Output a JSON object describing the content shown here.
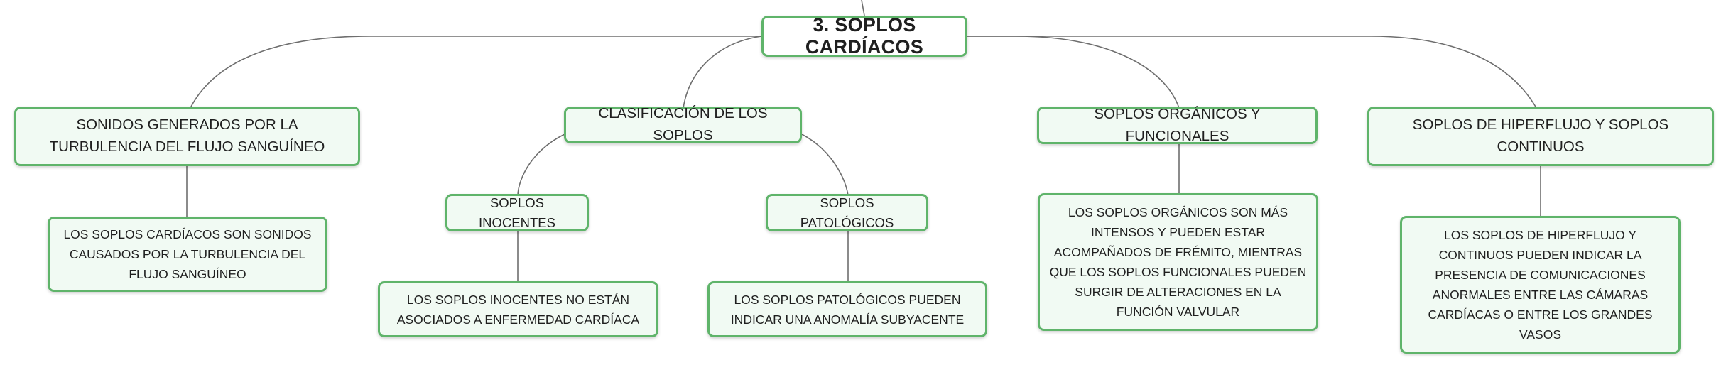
{
  "diagram": {
    "root": {
      "label": "3. SOPLOS CARDÍACOS"
    },
    "branches": {
      "turbulencia": {
        "label": "SONIDOS GENERADOS POR LA TURBULENCIA DEL FLUJO SANGUÍNEO",
        "detail": "LOS SOPLOS CARDÍACOS SON SONIDOS CAUSADOS POR LA TURBULENCIA DEL FLUJO SANGUÍNEO"
      },
      "clasificacion": {
        "label": "CLASIFICACIÓN DE LOS SOPLOS",
        "inocentes": {
          "label": "SOPLOS INOCENTES",
          "detail": "LOS SOPLOS INOCENTES NO ESTÁN ASOCIADOS A ENFERMEDAD CARDÍACA"
        },
        "patologicos": {
          "label": "SOPLOS PATOLÓGICOS",
          "detail": "LOS SOPLOS PATOLÓGICOS PUEDEN INDICAR UNA ANOMALÍA SUBYACENTE"
        }
      },
      "organicos": {
        "label": "SOPLOS ORGÁNICOS Y FUNCIONALES",
        "detail": "LOS SOPLOS ORGÁNICOS SON MÁS INTENSOS Y PUEDEN ESTAR ACOMPAÑADOS DE FRÉMITO, MIENTRAS QUE LOS SOPLOS FUNCIONALES PUEDEN SURGIR DE ALTERACIONES EN LA FUNCIÓN VALVULAR"
      },
      "hiperflujo": {
        "label": "SOPLOS DE HIPERFLUJO Y SOPLOS CONTINUOS",
        "detail": "LOS SOPLOS DE HIPERFLUJO Y CONTINUOS PUEDEN INDICAR LA PRESENCIA DE COMUNICACIONES ANORMALES ENTRE LAS CÁMARAS CARDÍACAS O ENTRE LOS GRANDES VASOS"
      }
    },
    "colors": {
      "node_border": "#5fb46a",
      "node_fill": "#f1faf3",
      "connector": "#6e6e6e",
      "text": "#1f1f1f"
    }
  }
}
